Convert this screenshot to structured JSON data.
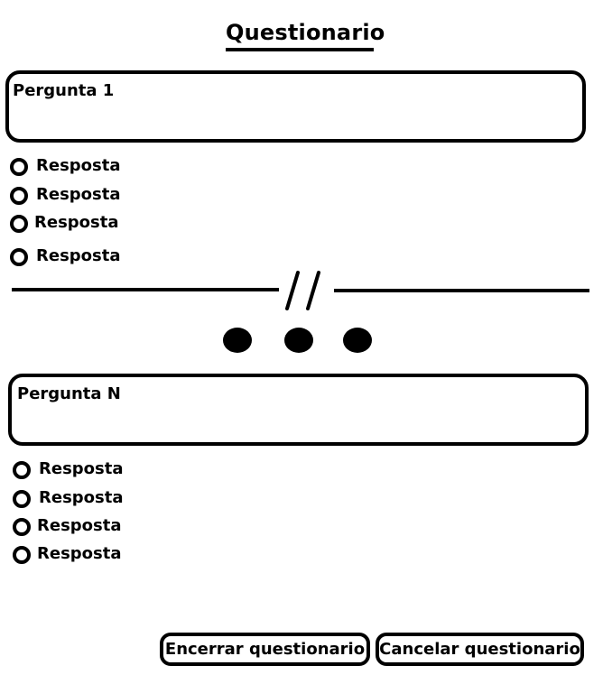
{
  "page": {
    "title": "Questionario"
  },
  "questions": [
    {
      "label": "Pergunta 1",
      "answers": [
        "Resposta",
        "Resposta",
        "Resposta",
        "Resposta"
      ]
    },
    {
      "label": "Pergunta N",
      "answers": [
        "Resposta",
        "Resposta",
        "Resposta",
        "Resposta"
      ]
    }
  ],
  "separator": {
    "break_icon": "double-slash-break-icon",
    "continuation_icon": "ellipsis-dots-icon"
  },
  "buttons": {
    "finish_label": "Encerrar questionario",
    "cancel_label": "Cancelar questionario"
  }
}
